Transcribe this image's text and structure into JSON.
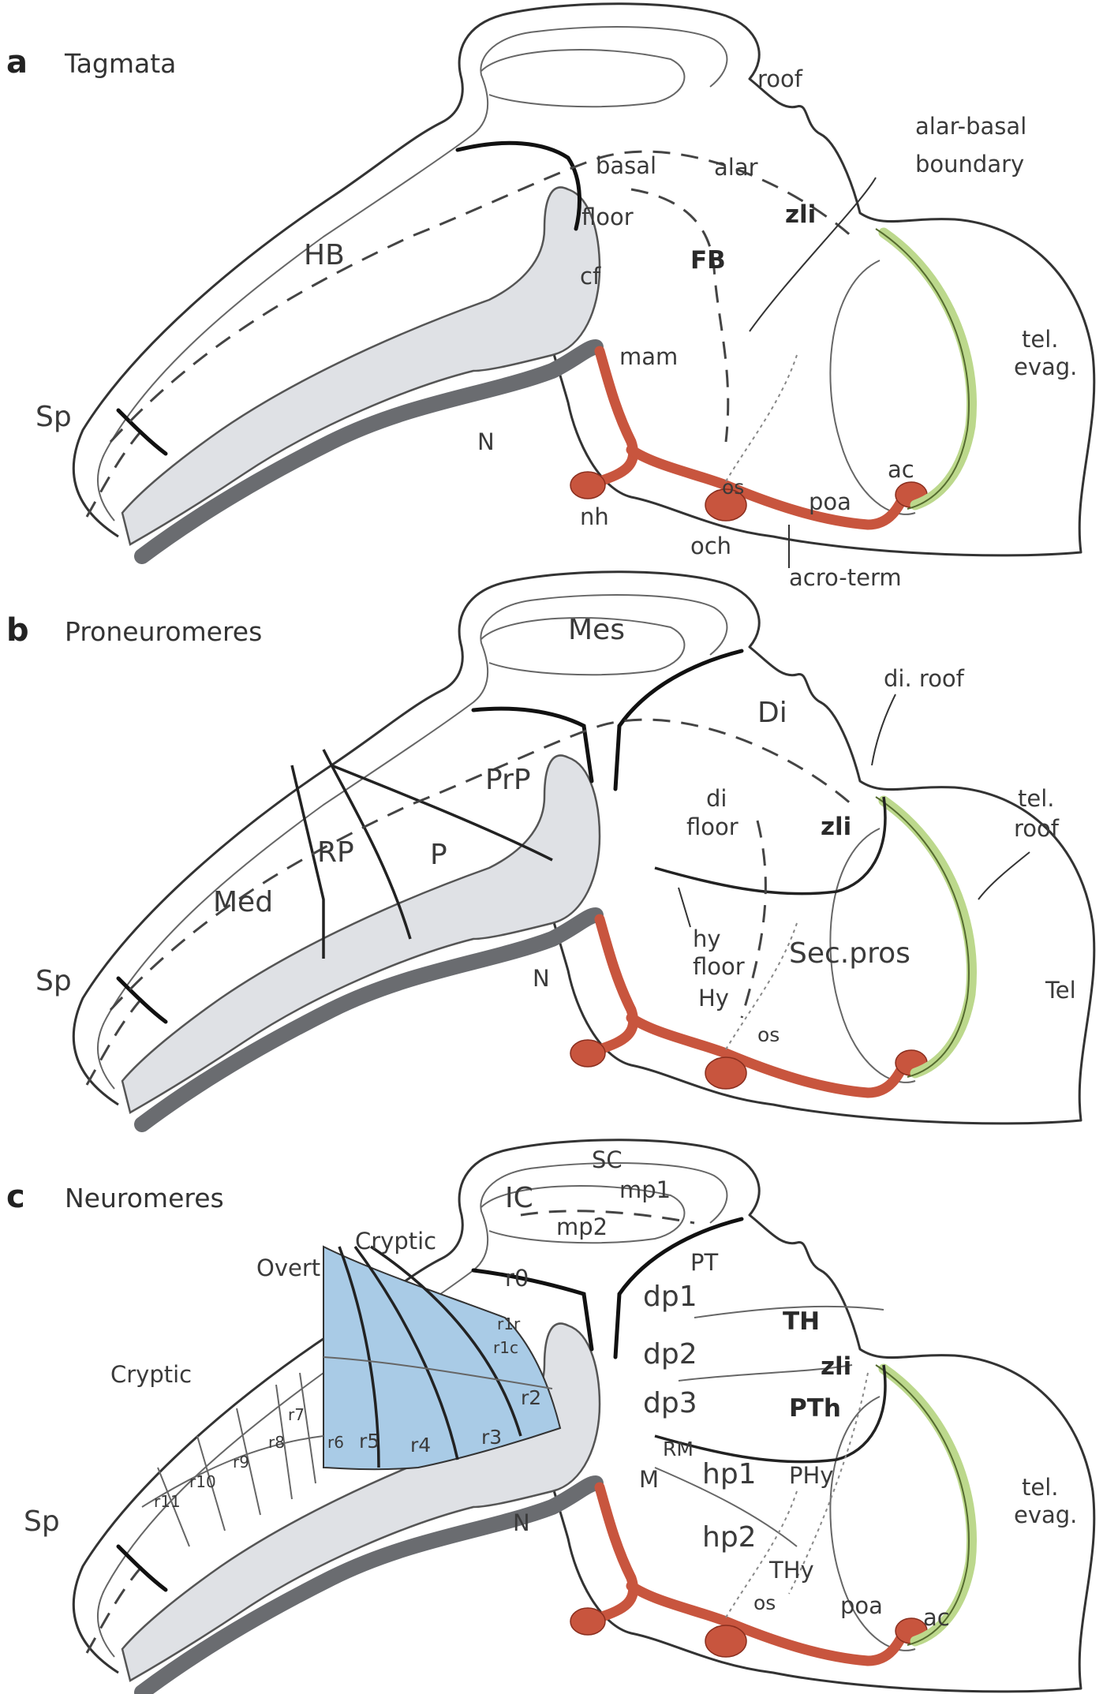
{
  "panels": [
    {
      "letter": "a",
      "title": "Tagmata",
      "labels": {
        "roof": "roof",
        "alar_basal": "alar-basal",
        "boundary": "boundary",
        "basal": "basal",
        "alar": "alar",
        "zli": "zli",
        "floor": "floor",
        "hb": "HB",
        "fb": "FB",
        "cf": "cf",
        "mam": "mam",
        "tel_evag": "tel.",
        "tel_evag2": "evag.",
        "sp": "Sp",
        "n": "N",
        "ac": "ac",
        "os": "os",
        "poa": "poa",
        "nh": "nh",
        "och": "och",
        "acro_term": "acro-term"
      }
    },
    {
      "letter": "b",
      "title": "Proneuromeres",
      "labels": {
        "mes": "Mes",
        "di": "Di",
        "di_roof": "di. roof",
        "prp": "PrP",
        "di_floor": "di",
        "di_floor2": "floor",
        "zli": "zli",
        "tel_roof": "tel.",
        "tel_roof2": "roof",
        "rp": "RP",
        "p": "P",
        "med": "Med",
        "hy_floor": "hy",
        "hy_floor2": "floor",
        "sec_pros": "Sec.pros",
        "tel": "Tel",
        "sp": "Sp",
        "n": "N",
        "hy": "Hy",
        "os": "os"
      }
    },
    {
      "letter": "c",
      "title": "Neuromeres",
      "labels": {
        "sc": "SC",
        "mp1": "mp1",
        "ic": "IC",
        "mp2": "mp2",
        "cryptic_top": "Cryptic",
        "pt": "PT",
        "overt": "Overt",
        "r0": "r0",
        "dp1": "dp1",
        "th": "TH",
        "r1r": "r1r",
        "r1c": "r1c",
        "dp2": "dp2",
        "zli": "zli",
        "cryptic_left": "Cryptic",
        "dp3": "dp3",
        "pth": "PTh",
        "r2": "r2",
        "r3": "r3",
        "r4": "r4",
        "r5": "r5",
        "r6": "r6",
        "r7": "r7",
        "r8": "r8",
        "r9": "r9",
        "r10": "r10",
        "r11": "r11",
        "rm": "RM",
        "m": "M",
        "hp1": "hp1",
        "phy": "PHy",
        "tel_evag": "tel.",
        "tel_evag2": "evag.",
        "sp": "Sp",
        "n": "N",
        "hp2": "hp2",
        "thy": "THy",
        "os": "os",
        "poa": "poa",
        "ac": "ac"
      }
    }
  ],
  "colors": {
    "floor_plate": "#dfe1e5",
    "notochord": "#6a6c70",
    "hypothalamic_floor_red": "#c8553e",
    "telencephalic_roof_green": "#bcd88c",
    "overt_rhombomeres_blue": "#a9cbe6"
  }
}
